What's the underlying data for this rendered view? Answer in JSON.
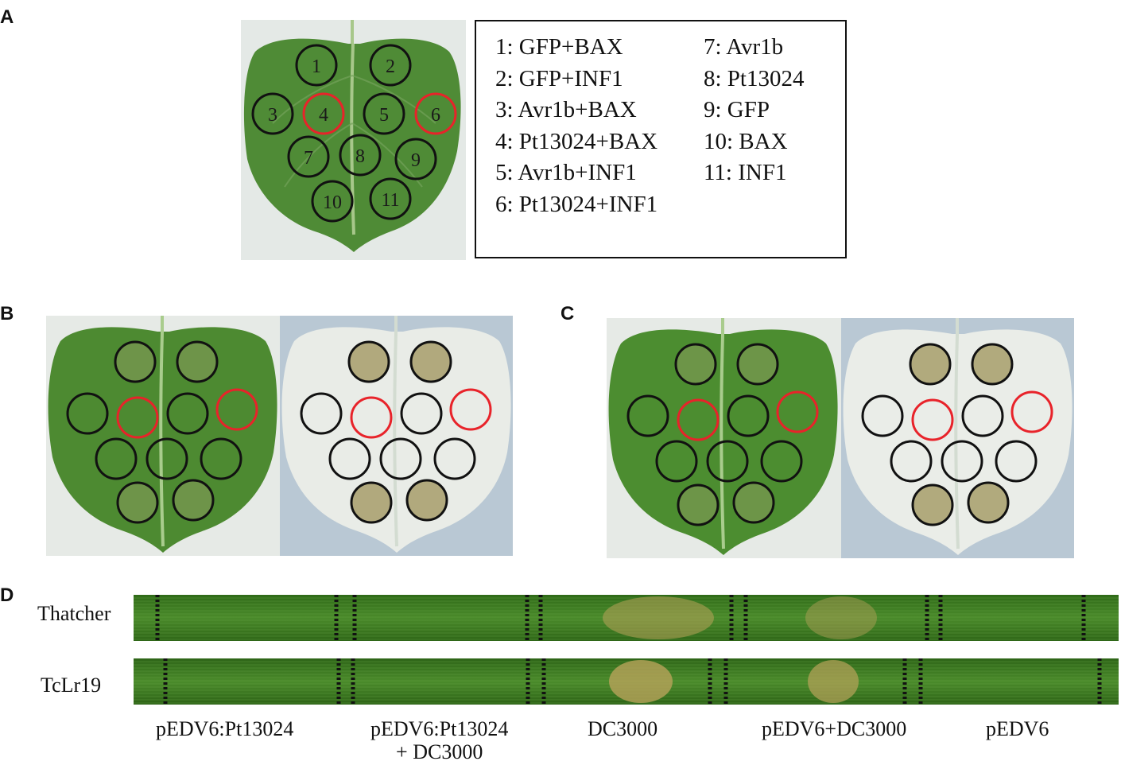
{
  "panels": {
    "A": {
      "letter": "A"
    },
    "B": {
      "letter": "B"
    },
    "C": {
      "letter": "C"
    },
    "D": {
      "letter": "D"
    }
  },
  "leaf_a": {
    "spot_labels": [
      "1",
      "2",
      "3",
      "4",
      "5",
      "6",
      "7",
      "8",
      "9",
      "10",
      "11"
    ],
    "highlight_color": "#e8232a",
    "circle_color": "#111111"
  },
  "legend": {
    "items": [
      "1: GFP+BAX",
      "2: GFP+INF1",
      "3: Avr1b+BAX",
      "4: Pt13024+BAX",
      "5: Avr1b+INF1",
      "6: Pt13024+INF1",
      "7: Avr1b",
      "8: Pt13024",
      "9: GFP",
      "10: BAX",
      "11: INF1"
    ]
  },
  "panel_d": {
    "rows": [
      "Thatcher",
      "TcLr19"
    ],
    "treatments": [
      {
        "line1": "pEDV6:Pt13024",
        "line2": ""
      },
      {
        "line1": "pEDV6:Pt13024",
        "line2": "+ DC3000"
      },
      {
        "line1": "DC3000",
        "line2": ""
      },
      {
        "line1": "pEDV6+DC3000",
        "line2": ""
      },
      {
        "line1": "pEDV6",
        "line2": ""
      }
    ],
    "leaf_color": "#3f7a1f",
    "lesion_color": "#b8a25a"
  }
}
